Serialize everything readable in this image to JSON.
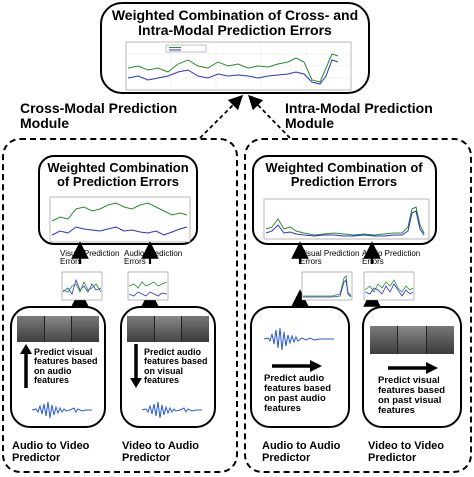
{
  "top": {
    "title": "Weighted Combination of Cross- and Intra-Modal Prediction Errors"
  },
  "cross": {
    "heading": "Cross-Modal Prediction Module",
    "combo_title": "Weighted Combination of Prediction Errors",
    "visual_errors": "Visual Prediction Errors",
    "audio_errors": "Audio Prediction Errors",
    "left_pred_text": "Predict visual features based on audio features",
    "right_pred_text": "Predict audio features based on visual features",
    "left_caption": "Audio to Video Predictor",
    "right_caption": "Video to Audio Predictor"
  },
  "intra": {
    "heading": "Intra-Modal Prediction Module",
    "combo_title": "Weighted Combination of Prediction Errors",
    "visual_errors": "Visual Prediction Errors",
    "audio_errors": "Audio Prediction Errors",
    "left_pred_text": "Predict audio features based on past audio features",
    "right_pred_text": "Predict visual features based on past visual features",
    "left_caption": "Audio to Audio Predictor",
    "right_caption": "Video to Video Predictor"
  },
  "colors": {
    "series_green": "#2e8b2e",
    "series_blue": "#2a33c8",
    "wave": "#2a5bd7"
  }
}
